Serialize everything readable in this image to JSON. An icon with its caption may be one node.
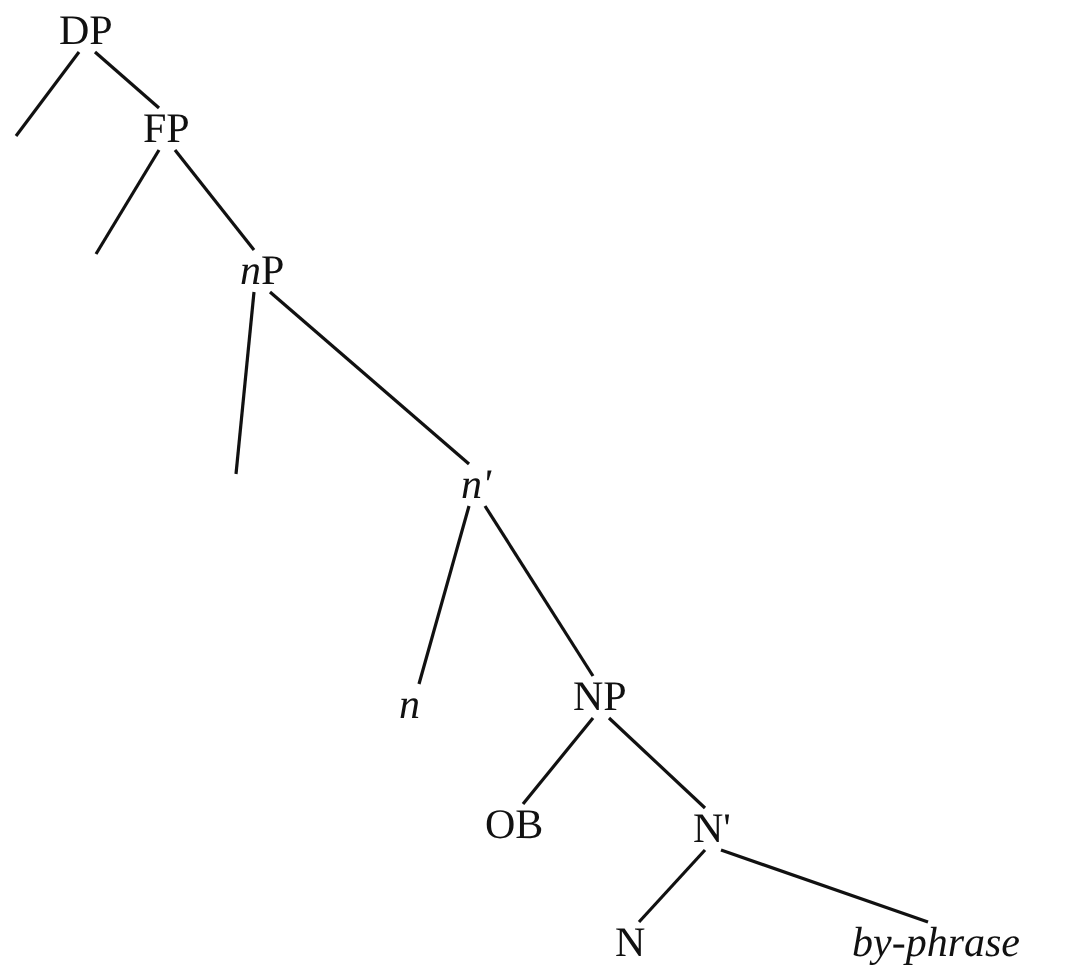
{
  "diagram": {
    "nodes": [
      {
        "text": [
          "DP"
        ]
      },
      {
        "text": [
          "FP"
        ]
      },
      {
        "text": [
          "nP"
        ]
      },
      {
        "text": [
          "n'"
        ]
      },
      {
        "text": [
          "n"
        ]
      },
      {
        "text": [
          "NP"
        ]
      },
      {
        "text": [
          "OB"
        ]
      },
      {
        "text": [
          "N'"
        ]
      },
      {
        "text": [
          "N"
        ]
      },
      {
        "text": [
          "by-phrase"
        ]
      }
    ],
    "edges": [
      {
        "from": 0,
        "to": null,
        "arrow": "none"
      },
      {
        "from": 0,
        "to": 1,
        "arrow": "none"
      },
      {
        "from": 1,
        "to": null,
        "arrow": "none"
      },
      {
        "from": 1,
        "to": 2,
        "arrow": "none"
      },
      {
        "from": 2,
        "to": null,
        "arrow": "none"
      },
      {
        "from": 2,
        "to": 3,
        "arrow": "none"
      },
      {
        "from": 3,
        "to": 4,
        "arrow": "none"
      },
      {
        "from": 3,
        "to": 5,
        "arrow": "none"
      },
      {
        "from": 5,
        "to": 6,
        "arrow": "none"
      },
      {
        "from": 5,
        "to": 7,
        "arrow": "none"
      },
      {
        "from": 7,
        "to": 8,
        "arrow": "none"
      },
      {
        "from": 7,
        "to": 9,
        "arrow": "none"
      }
    ]
  }
}
